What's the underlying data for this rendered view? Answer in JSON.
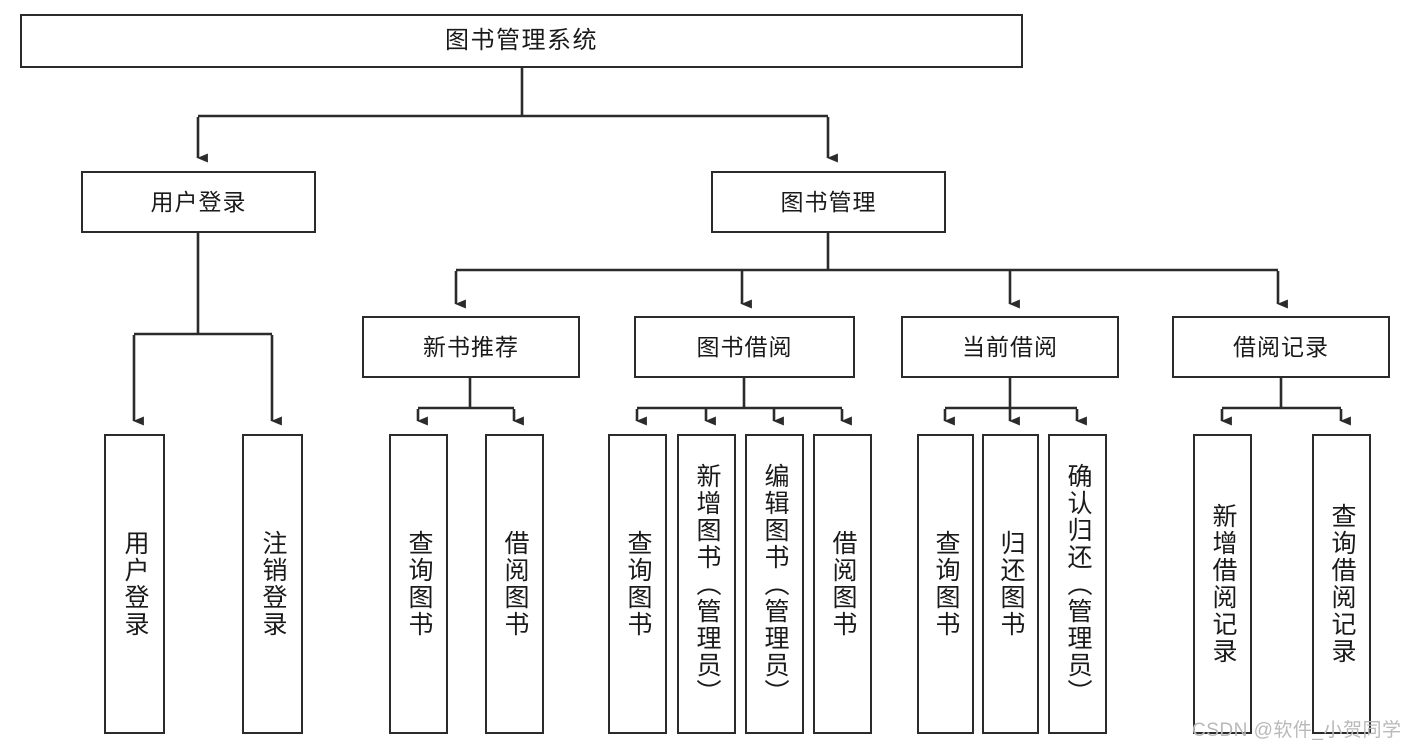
{
  "diagram": {
    "title": "图书管理系统",
    "type": "tree",
    "watermark": "CSDN @软件_小贺同学",
    "colors": {
      "box_border": "#2b2b2b",
      "box_fill": "#ffffff",
      "edge": "#2b2b2b",
      "text": "#1a1a1a",
      "watermark": "#b9b9b9"
    },
    "nodes": {
      "root": {
        "label": "图书管理系统"
      },
      "level2": [
        {
          "id": "user-login",
          "label": "用户登录"
        },
        {
          "id": "book-management",
          "label": "图书管理"
        }
      ],
      "level3": [
        {
          "id": "new-book-recommend",
          "label": "新书推荐"
        },
        {
          "id": "book-borrow",
          "label": "图书借阅"
        },
        {
          "id": "current-borrow",
          "label": "当前借阅"
        },
        {
          "id": "borrow-record",
          "label": "借阅记录"
        }
      ],
      "leaves": {
        "user_login": [
          {
            "id": "leaf-user-login",
            "label": "用户登录"
          },
          {
            "id": "leaf-logout-login",
            "label": "注销登录"
          }
        ],
        "new_book_recommend": [
          {
            "id": "leaf-query-book-1",
            "label": "查询图书"
          },
          {
            "id": "leaf-borrow-book-1",
            "label": "借阅图书"
          }
        ],
        "book_borrow": [
          {
            "id": "leaf-query-book-2",
            "label": "查询图书"
          },
          {
            "id": "leaf-add-book",
            "label": "新增图书（管理员）"
          },
          {
            "id": "leaf-edit-book",
            "label": "编辑图书（管理员）"
          },
          {
            "id": "leaf-borrow-book-2",
            "label": "借阅图书"
          }
        ],
        "current_borrow": [
          {
            "id": "leaf-query-book-3",
            "label": "查询图书"
          },
          {
            "id": "leaf-return-book",
            "label": "归还图书"
          },
          {
            "id": "leaf-confirm-return",
            "label": "确认归还（管理员）"
          }
        ],
        "borrow_record": [
          {
            "id": "leaf-add-record",
            "label": "新增借阅记录"
          },
          {
            "id": "leaf-query-record",
            "label": "查询借阅记录"
          }
        ]
      }
    }
  }
}
